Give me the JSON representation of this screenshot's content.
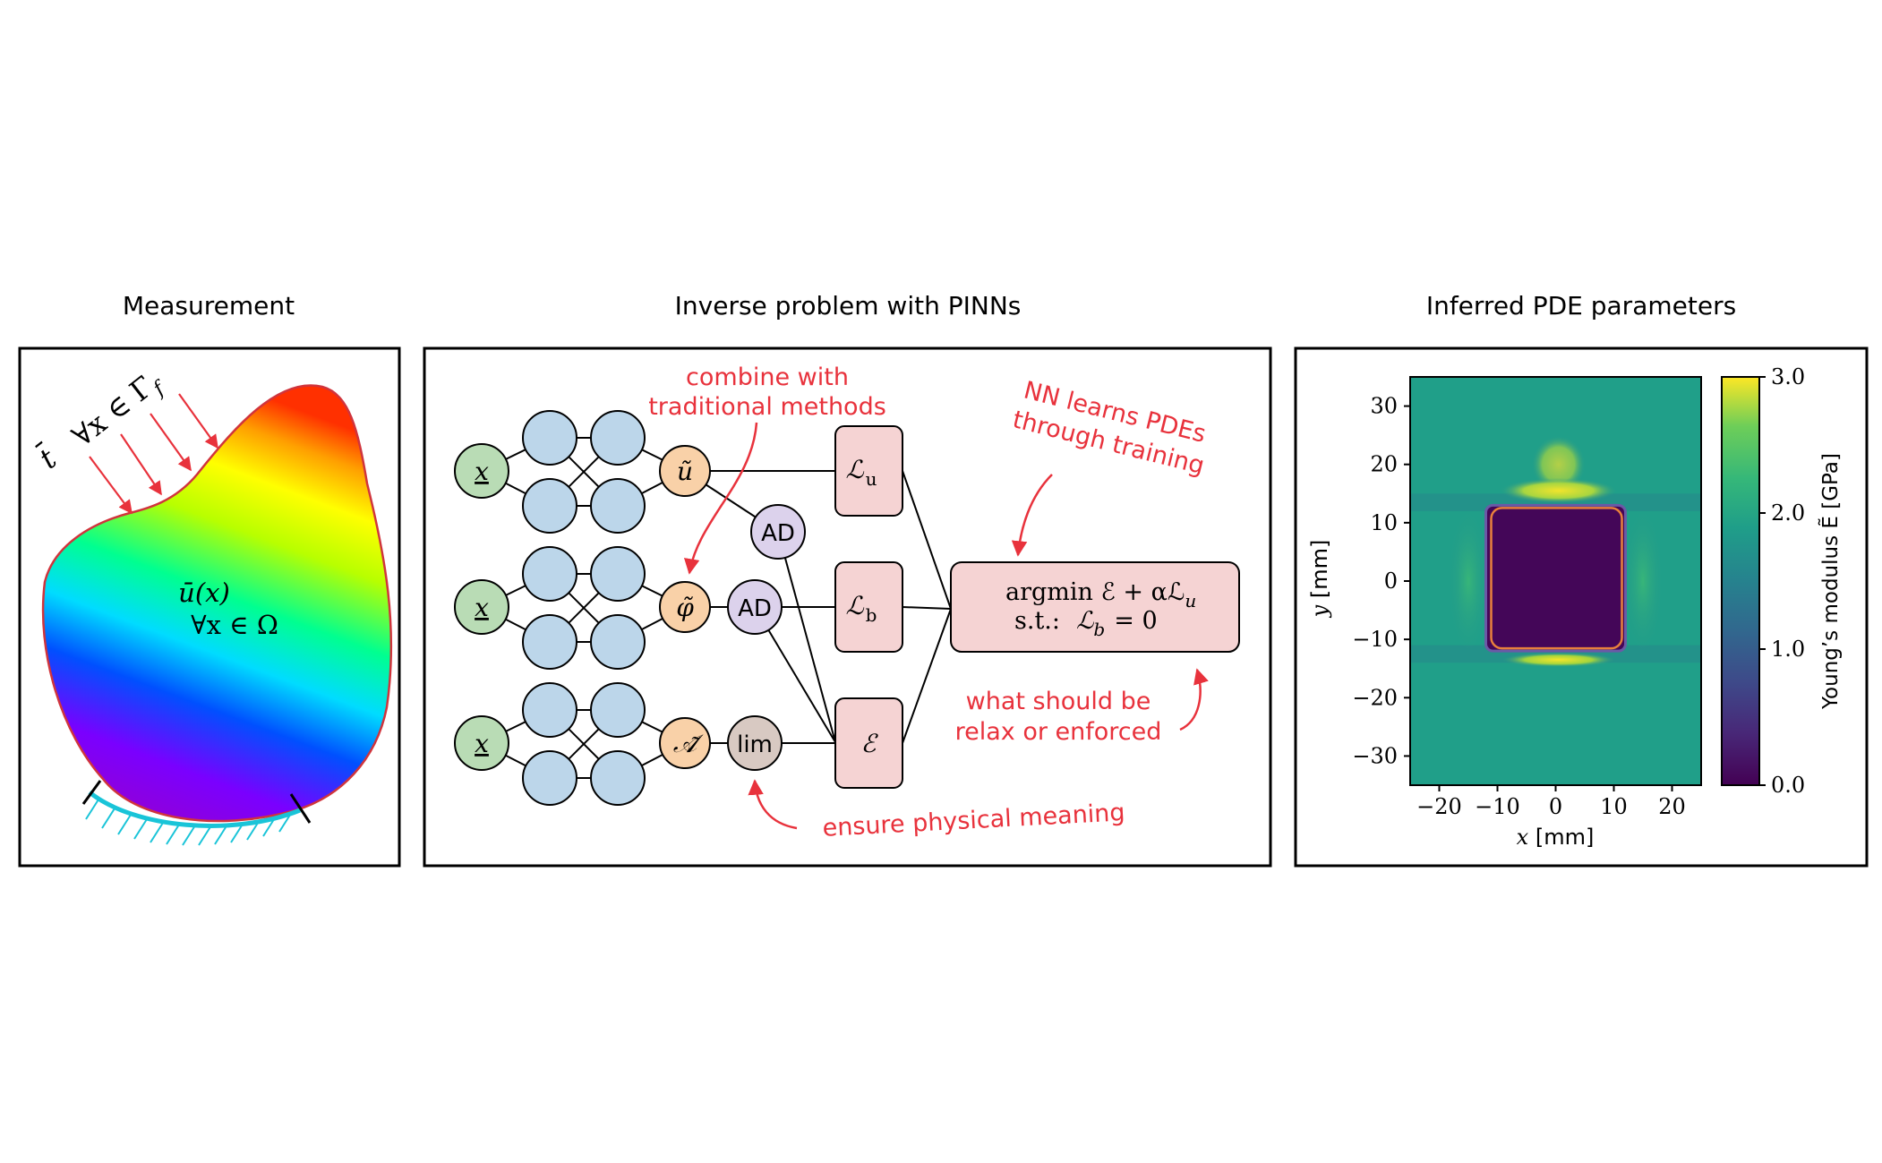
{
  "panels": {
    "measurement": {
      "title": "Measurement",
      "traction_label": "t̄",
      "traction_domain": "∀x ∈ Γ",
      "traction_sub": "f",
      "displacement_label": "ū(x)",
      "displacement_domain": "∀x ∈ Ω"
    },
    "pinn": {
      "title": "Inverse problem with PINNs",
      "inputs": [
        "x",
        "x",
        "x"
      ],
      "outputs": [
        "ũ",
        "φ̃",
        "𝒜̃"
      ],
      "ad_labels": [
        "AD",
        "AD"
      ],
      "lim_label": "lim",
      "losses": [
        {
          "symbol": "ℒ",
          "sub": "u"
        },
        {
          "symbol": "ℒ",
          "sub": "b"
        },
        {
          "symbol": "ℰ",
          "sub": ""
        }
      ],
      "objective_line1": "argmin ℰ + αℒ",
      "objective_line1_sub": "u",
      "objective_line2_prefix": "s.t.:",
      "objective_line2": "ℒ",
      "objective_line2_sub": "b",
      "objective_line2_suffix": "= 0",
      "annotations": {
        "combine_line1": "combine with",
        "combine_line2": "traditional methods",
        "learns_line1": "NN learns PDEs",
        "learns_line2": "through training",
        "relax_line1": "what should be",
        "relax_line2": "relax or enforced",
        "physical": "ensure physical meaning"
      }
    },
    "inferred": {
      "title": "Inferred PDE parameters",
      "xlabel_var": "x",
      "xlabel_unit": "[mm]",
      "ylabel_var": "y",
      "ylabel_unit": "[mm]",
      "colorbar_label": "Young’s modulus Ẽ [GPa]"
    }
  },
  "colors": {
    "accent_red": "#e8323c",
    "input_node": "#b9dcb5",
    "hidden_node": "#bcd6ea",
    "output_node": "#f9d1a8",
    "ad_node": "#dcd2ec",
    "lim_node": "#d8c9c2",
    "loss_box": "#f5d3d3"
  },
  "chart_data": {
    "type": "heatmap",
    "title": "Inferred PDE parameters",
    "xlabel": "x [mm]",
    "ylabel": "y [mm]",
    "xlim": [
      -25,
      25
    ],
    "ylim": [
      -35,
      35
    ],
    "xticks": [
      -20,
      -10,
      0,
      10,
      20
    ],
    "yticks": [
      -30,
      -20,
      -10,
      0,
      10,
      20,
      30
    ],
    "colorbar": {
      "label": "Young’s modulus Ẽ [GPa]",
      "range": [
        0.0,
        3.0
      ],
      "ticks": [
        "0.0",
        "1.0",
        "2.0",
        "3.0"
      ],
      "colormap": "viridis"
    },
    "regions": [
      {
        "name": "background",
        "value": 1.9
      },
      {
        "name": "inclusion",
        "x": [
          -12,
          12
        ],
        "y": [
          -12,
          13
        ],
        "value": 0.05
      },
      {
        "name": "top-band",
        "x": [
          -8,
          9
        ],
        "y": [
          14,
          17
        ],
        "value": 2.9
      },
      {
        "name": "bottom-band",
        "x": [
          -8,
          9
        ],
        "y": [
          -14,
          -13
        ],
        "value": 2.9
      }
    ]
  }
}
